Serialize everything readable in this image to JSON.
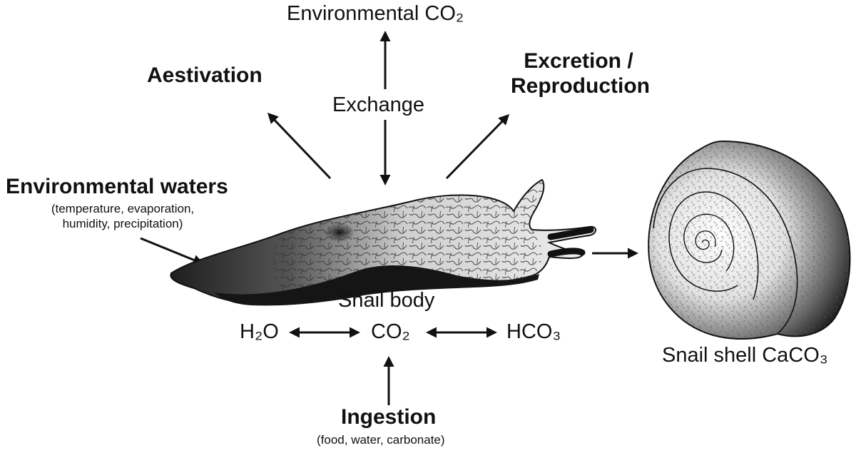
{
  "labels": {
    "env_co2": "Environmental CO₂",
    "aestivation": "Aestivation",
    "exchange": "Exchange",
    "excretion_line1": "Excretion /",
    "excretion_line2": "Reproduction",
    "env_waters_title": "Environmental waters",
    "env_waters_sub_line1": "(temperature, evaporation,",
    "env_waters_sub_line2": "humidity, precipitation)",
    "snail_body": "Snail body",
    "h2o": "H₂O",
    "co2": "CO₂",
    "hco3": "HCO₃",
    "shell": "Snail shell CaCO₃",
    "ingestion_title": "Ingestion",
    "ingestion_sub": "(food, water, carbonate)"
  },
  "colors": {
    "ink": "#111111",
    "body_dark": "#2a2a2a",
    "body_light": "#e6e6e6",
    "shell_dark": "#222222",
    "shell_light": "#f4f4f4"
  }
}
